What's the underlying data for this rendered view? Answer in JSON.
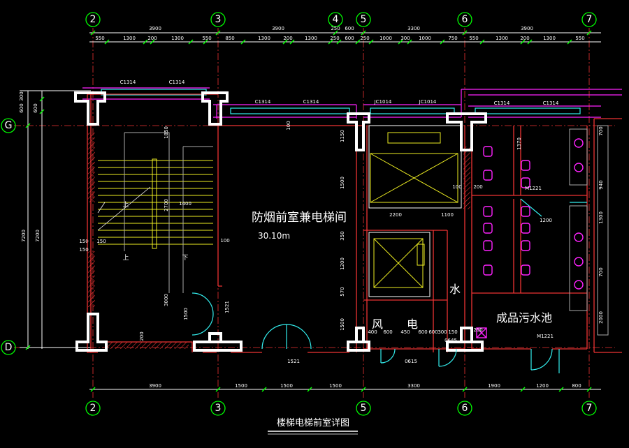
{
  "title": "楼梯电梯前室详图",
  "room": {
    "name": "防烟前室兼电梯间",
    "area": "30.10m"
  },
  "restroom_label": "成品污水池",
  "shaft_labels": [
    "水",
    "风",
    "电"
  ],
  "stair_labels": [
    "上",
    "下"
  ],
  "axes_x": [
    "2",
    "3",
    "4",
    "5",
    "6",
    "7"
  ],
  "axes_y": [
    "G",
    "D"
  ],
  "top_totals": [
    "3900",
    "3900",
    "3300",
    "3900"
  ],
  "top_segments": [
    "550",
    "1300",
    "200",
    "1300",
    "550",
    "850",
    "1300",
    "200",
    "1300",
    "250",
    "600",
    "250",
    "1000",
    "300",
    "1000",
    "750",
    "550",
    "1300",
    "200",
    "1300",
    "550"
  ],
  "top_extra": [
    "250",
    "600"
  ],
  "bottom_segments": [
    "3900",
    "1500",
    "1500",
    "1500",
    "3300",
    "1900",
    "1200",
    "800"
  ],
  "left_dims": [
    "300",
    "600",
    "600",
    "7200",
    "7200",
    "150",
    "150"
  ],
  "windows": [
    "C1314",
    "C1314",
    "C1314",
    "C1314",
    "JC1014",
    "JC1014",
    "C1314",
    "C1314"
  ],
  "doors": [
    "M1221",
    "M1221",
    "1521",
    "1521",
    "0615",
    "0645"
  ],
  "interior_dims": [
    "1150",
    "1500",
    "2200",
    "1100",
    "350",
    "1200",
    "570",
    "1500",
    "100",
    "200",
    "200",
    "1850",
    "1400",
    "2700",
    "3000",
    "1500",
    "100",
    "200",
    "1370",
    "1200",
    "1300",
    "700",
    "2000",
    "940",
    "700",
    "400",
    "600",
    "450",
    "600",
    "600",
    "300",
    "150",
    "100",
    "150"
  ]
}
